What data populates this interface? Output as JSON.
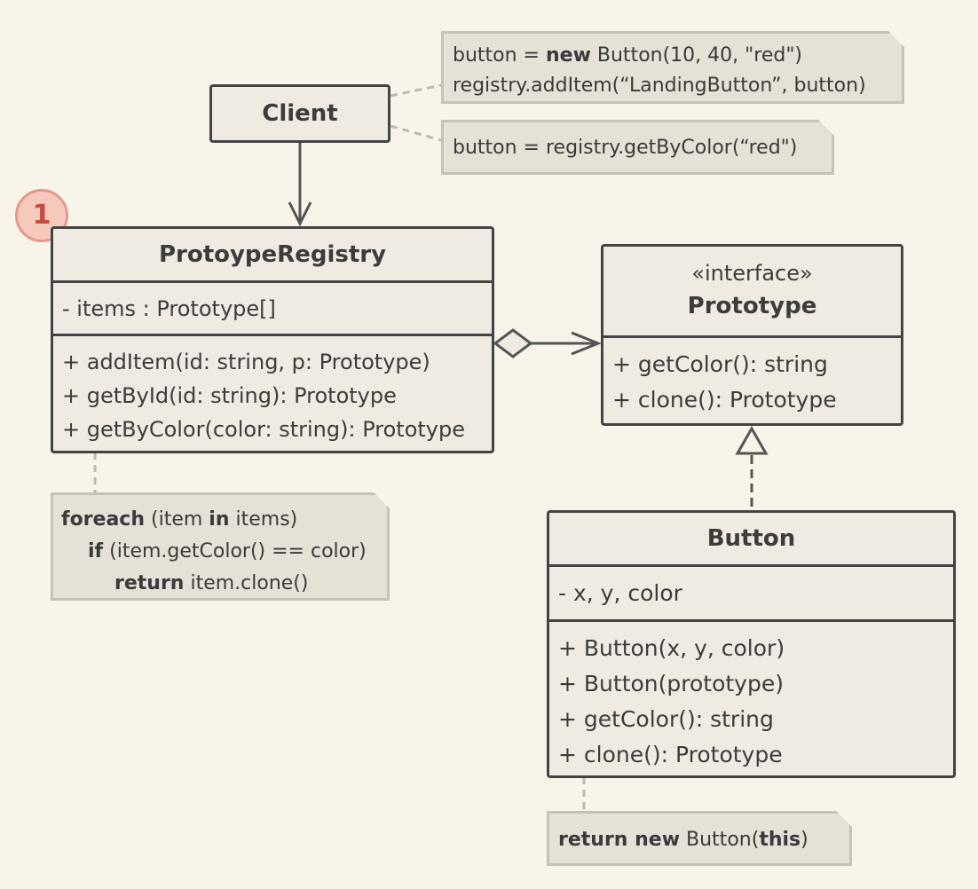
{
  "step_badge": "1",
  "client": {
    "title": "Client"
  },
  "registry": {
    "title": "ProtoypeRegistry",
    "fields": [
      "- items : Prototype[]"
    ],
    "methods": [
      "+ addItem(id: string, p: Prototype)",
      "+ getById(id: string): Prototype",
      "+ getByColor(color: string): Prototype"
    ]
  },
  "prototype": {
    "stereotype": "«interface»",
    "title": "Prototype",
    "methods": [
      "+ getColor(): string",
      "+ clone(): Prototype"
    ]
  },
  "button": {
    "title": "Button",
    "fields": [
      "- x, y, color"
    ],
    "methods": [
      "+ Button(x, y, color)",
      "+ Button(prototype)",
      "+ getColor(): string",
      "+ clone(): Prototype"
    ]
  },
  "notes": {
    "client_top": {
      "line1_pre": "button = ",
      "line1_kw": "new",
      "line1_post": " Button(10, 40, \"red\")",
      "line2": "registry.addItem(“LandingButton”, button)"
    },
    "client_bottom": {
      "line1": "button = registry.getByColor(“red\")"
    },
    "registry": {
      "l1_kw": "foreach",
      "l1_a": " (item ",
      "l1_kw2": "in",
      "l1_b": " items)",
      "l2_kw": "if",
      "l2_a": " (item.getColor() == color)",
      "l3_kw": "return",
      "l3_a": " item.clone()"
    },
    "button": {
      "kw1": "return new",
      "a": " Button(",
      "kw2": "this",
      "b": ")"
    }
  },
  "colors": {
    "background": "#f8f4ea",
    "box_fill": "#efebe3",
    "border": "#444444",
    "note_fill": "#e5e1d7",
    "badge": "#c84a3c"
  }
}
